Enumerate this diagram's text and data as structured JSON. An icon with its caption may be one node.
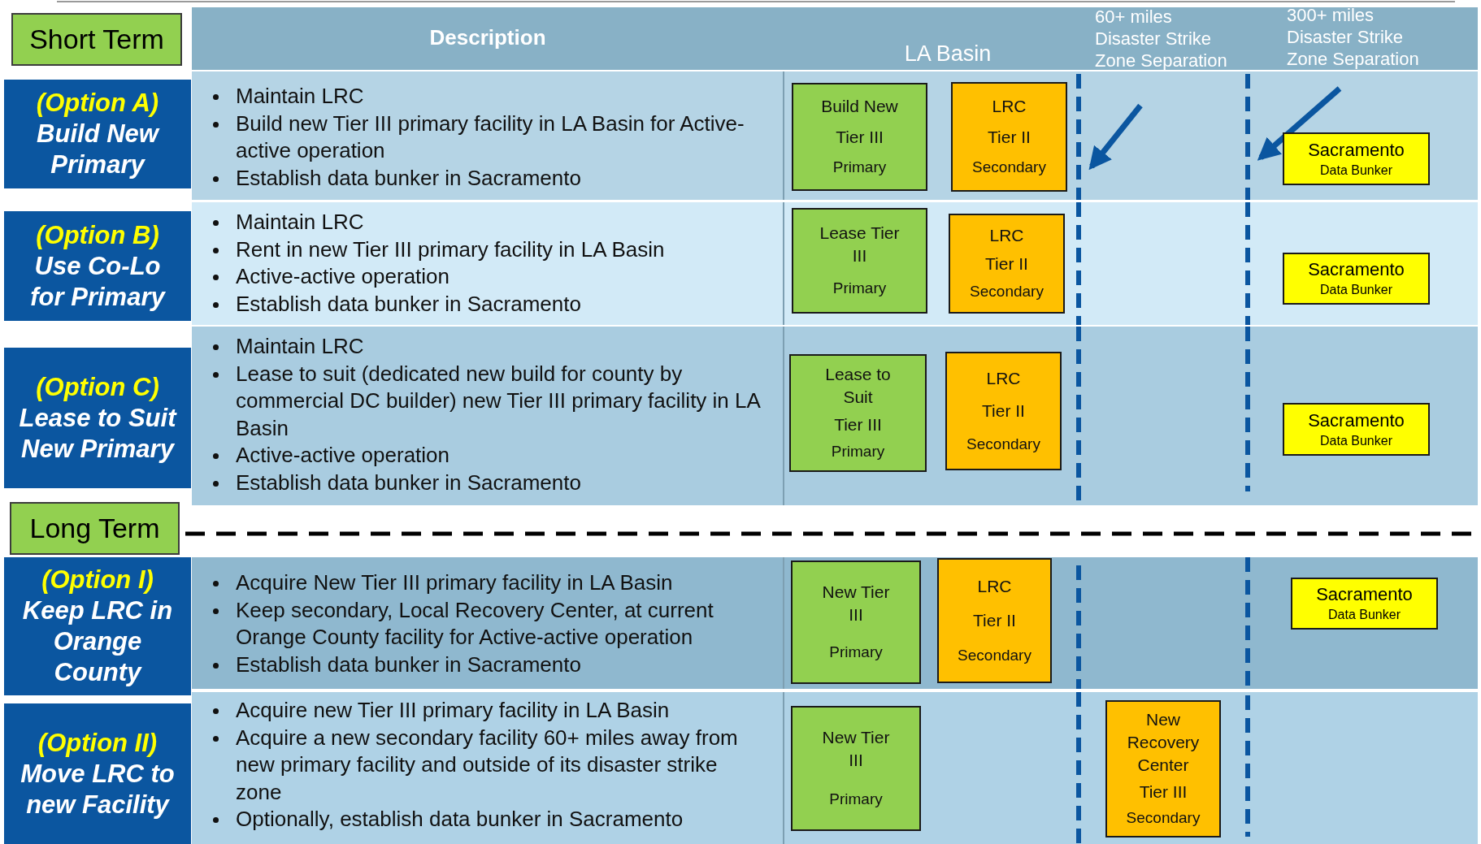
{
  "diagram": {
    "nodes": [
      {
        "text": [
          "Short Term"
        ]
      },
      {
        "text": [
          "Description",
          "LA Basin",
          "60+ miles Disaster Strike Zone Separation",
          "300+ miles Disaster Strike Zone Separation"
        ]
      },
      {
        "text": [
          "(Option A)",
          "Build New Primary"
        ]
      },
      {
        "text": [
          "Maintain LRC",
          "Build new Tier III primary facility in LA Basin for Active-active operation",
          "Establish data bunker in Sacramento"
        ]
      },
      {
        "text": [
          "Build New",
          "Tier III",
          "Primary"
        ],
        "in": 3
      },
      {
        "text": [
          "LRC",
          "Tier II",
          "Secondary"
        ],
        "in": 3
      },
      {
        "text": [
          "Sacramento",
          "Data Bunker"
        ],
        "in": 3
      },
      {
        "text": [
          "(Option B)",
          "Use Co-Lo for Primary"
        ]
      },
      {
        "text": [
          "Maintain LRC",
          "Rent in new Tier III primary facility in LA Basin",
          "Active-active operation",
          "Establish data bunker in Sacramento"
        ]
      },
      {
        "text": [
          "Lease Tier III",
          "Primary"
        ],
        "in": 8
      },
      {
        "text": [
          "LRC",
          "Tier II",
          "Secondary"
        ],
        "in": 8
      },
      {
        "text": [
          "Sacramento",
          "Data Bunker"
        ],
        "in": 8
      },
      {
        "text": [
          "(Option C)",
          "Lease to Suit New Primary"
        ]
      },
      {
        "text": [
          "Maintain LRC",
          "Lease to suit (dedicated new build for county by commercial DC builder) new Tier III primary facility in LA Basin",
          "Active-active operation",
          "Establish data bunker in Sacramento"
        ]
      },
      {
        "text": [
          "Lease to Suit",
          "Tier III",
          "Primary"
        ],
        "in": 13
      },
      {
        "text": [
          "LRC",
          "Tier II",
          "Secondary"
        ],
        "in": 13
      },
      {
        "text": [
          "Sacramento",
          "Data Bunker"
        ],
        "in": 13
      },
      {
        "text": [
          "Long Term"
        ]
      },
      {
        "text": [
          "(Option I)",
          "Keep LRC in Orange County"
        ]
      },
      {
        "text": [
          "Acquire New Tier III primary facility in LA Basin",
          "Keep secondary, Local Recovery Center, at current Orange County facility for Active-active operation",
          "Establish data bunker in Sacramento"
        ]
      },
      {
        "text": [
          "New Tier III",
          "Primary"
        ],
        "in": 19
      },
      {
        "text": [
          "LRC",
          "Tier II",
          "Secondary"
        ],
        "in": 19
      },
      {
        "text": [
          "Sacramento",
          "Data Bunker"
        ],
        "in": 19
      },
      {
        "text": [
          "(Option II)",
          "Move LRC to new Facility"
        ]
      },
      {
        "text": [
          "Acquire new Tier III primary facility in LA Basin",
          "Acquire a new secondary facility 60+ miles away from new primary facility and outside of its disaster strike zone",
          "Optionally, establish data bunker in Sacramento"
        ]
      },
      {
        "text": [
          "New Tier III",
          "Primary"
        ],
        "in": 24
      },
      {
        "text": [
          "New Recovery Center",
          "Tier III",
          "Secondary"
        ],
        "in": 24
      }
    ]
  }
}
